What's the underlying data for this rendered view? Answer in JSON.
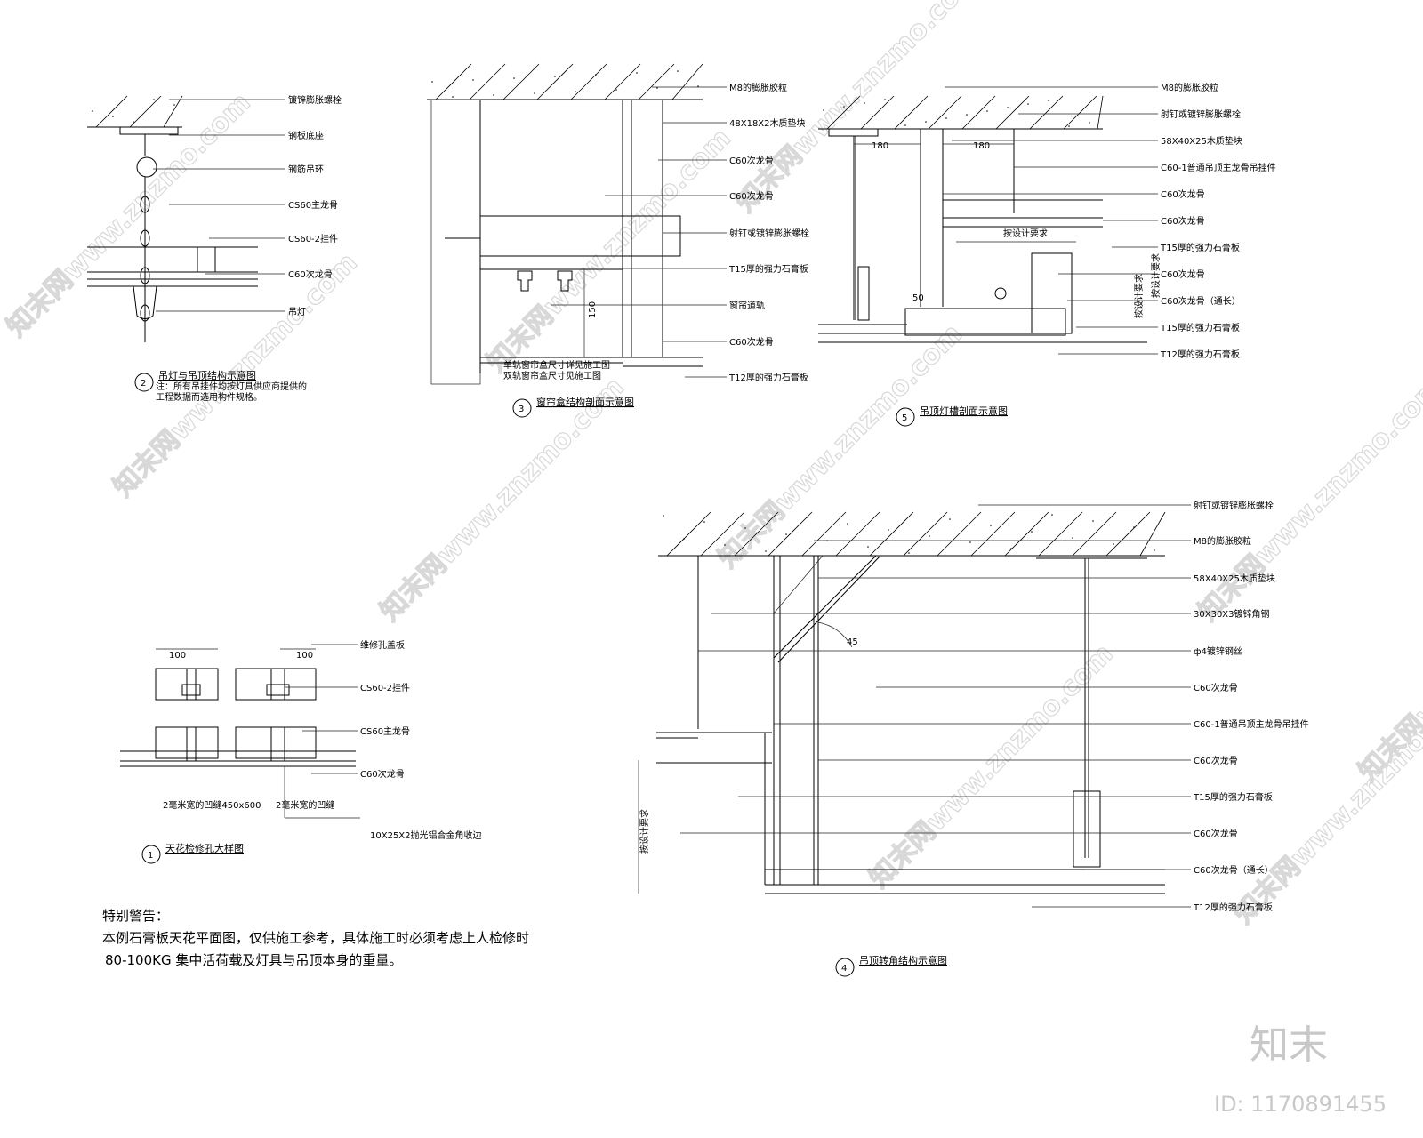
{
  "detail_2": {
    "number": "2",
    "title": "吊灯与吊顶结构示意图",
    "note_line1": "注：所有吊挂件均按灯具供应商提供的",
    "note_line2": "工程数据而选用构件规格。",
    "labels": [
      "镀锌膨胀螺栓",
      "钢板底座",
      "钢筋吊环",
      "CS60主龙骨",
      "CS60-2挂件",
      "C60次龙骨",
      "吊灯"
    ]
  },
  "detail_3": {
    "number": "3",
    "title": "窗帘盒结构剖面示意图",
    "dim_150": "150",
    "dim_single": "单轨窗帘盒尺寸详见施工图",
    "dim_double": "双轨窗帘盒尺寸见施工图",
    "labels": [
      "M8的膨胀胶粒",
      "48X18X2木质垫块",
      "C60次龙骨",
      "C60次龙骨",
      "射钉或镀锌膨胀螺栓",
      "T15厚的强力石膏板",
      "窗帘道轨",
      "C60次龙骨",
      "T12厚的强力石膏板"
    ]
  },
  "detail_5": {
    "number": "5",
    "title": "吊顶灯槽剖面示意图",
    "dim_180a": "180",
    "dim_180b": "180",
    "dim_50": "50",
    "dim_design": "按设计要求",
    "dim_design_v1": "按设计要求",
    "dim_design_v2": "按设计要求",
    "labels": [
      "M8的膨胀胶粒",
      "射钉或镀锌膨胀螺栓",
      "58X40X25木质垫块",
      "C60-1普通吊顶主龙骨吊挂件",
      "C60次龙骨",
      "C60次龙骨",
      "T15厚的强力石膏板",
      "C60次龙骨",
      "C60次龙骨（通长）",
      "T15厚的强力石膏板",
      "T12厚的强力石膏板"
    ]
  },
  "detail_1": {
    "number": "1",
    "title": "天花检修孔大样图",
    "dim_100a": "100",
    "dim_100b": "100",
    "gap_left": "2毫米宽的凹缝450x600",
    "gap_right": "2毫米宽的凹缝",
    "labels": [
      "维修孔盖板",
      "CS60-2挂件",
      "CS60主龙骨",
      "C60次龙骨"
    ],
    "edge_label": "10X25X2抛光铝合金角收边"
  },
  "detail_4": {
    "number": "4",
    "title": "吊顶转角结构示意图",
    "angle": "45",
    "dim_design": "按设计要求",
    "labels": [
      "射钉或镀锌膨胀螺栓",
      "M8的膨胀胶粒",
      "58X40X25木质垫块",
      "30X30X3镀锌角钢",
      "ф4镀锌钢丝",
      "C60次龙骨",
      "C60-1普通吊顶主龙骨吊挂件",
      "C60次龙骨",
      "T15厚的强力石膏板",
      "C60次龙骨",
      "C60次龙骨（通长）",
      "T12厚的强力石膏板"
    ]
  },
  "warning": {
    "heading": "特别警告：",
    "line1": "本例石膏板天花平面图，仅供施工参考，具体施工时必须考虑上人检修时",
    "line2": "80-100KG 集中活荷载及灯具与吊顶本身的重量。"
  },
  "watermark": {
    "logo": "知末",
    "id": "ID: 1170891455",
    "repeat_text": "知末网www.znzmo.com"
  }
}
